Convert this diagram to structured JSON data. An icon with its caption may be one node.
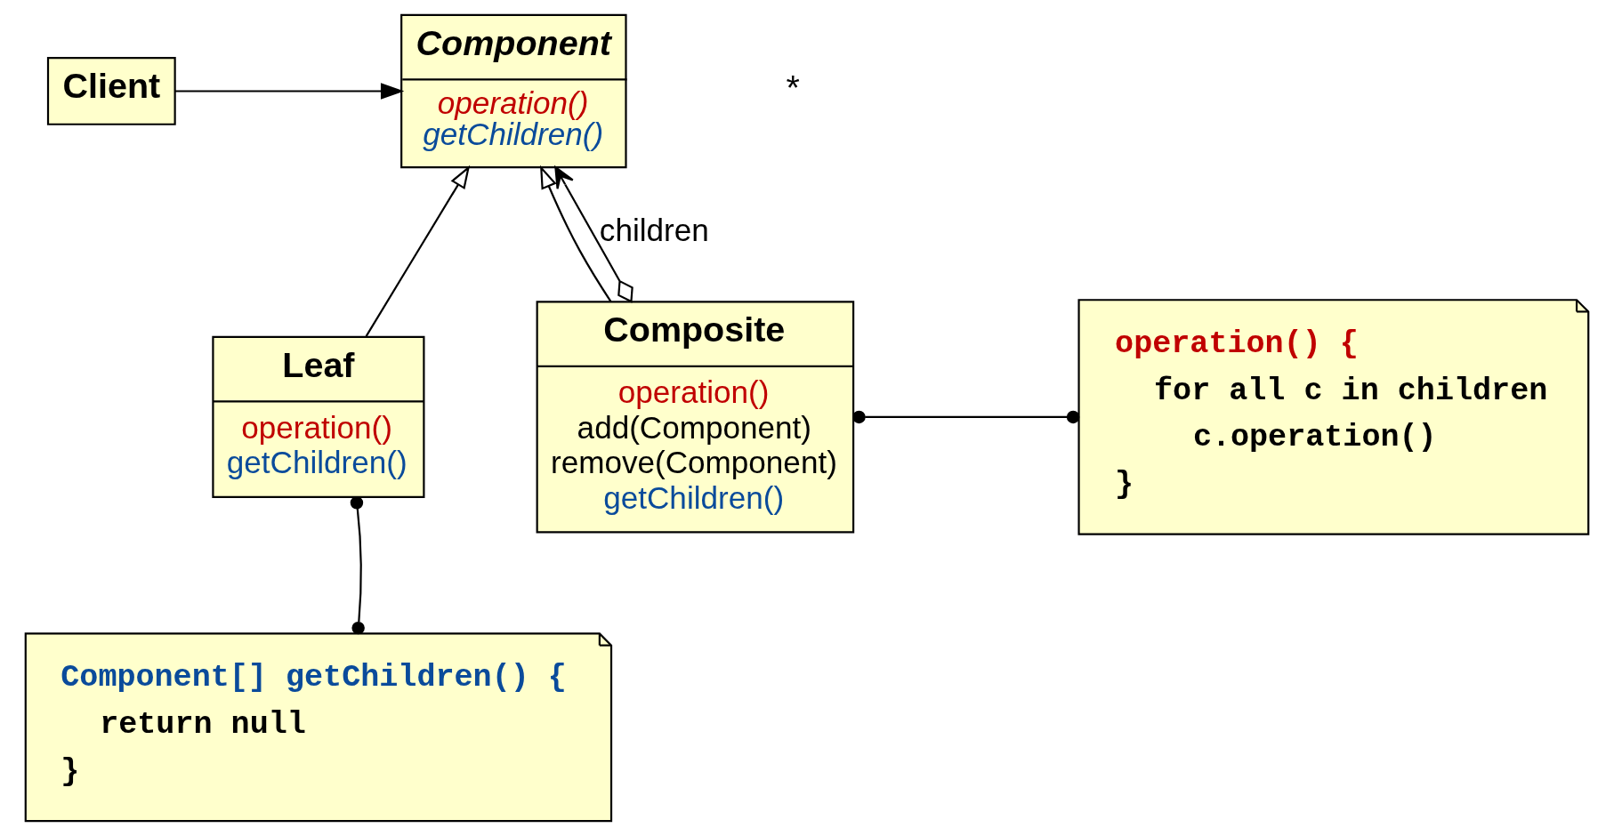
{
  "diagram": {
    "nodes": [
      {
        "text": [
          "Client"
        ]
      },
      {
        "text": [
          "Component",
          "operation()",
          "getChildren()"
        ]
      },
      {
        "text": [
          "Leaf",
          "operation()",
          "getChildren()"
        ]
      },
      {
        "text": [
          "Composite",
          "operation()",
          "add(Component)",
          "remove(Component)",
          "getChildren()"
        ]
      },
      {
        "text": [
          "Component[] getChildren() {",
          "return null",
          "}"
        ]
      },
      {
        "text": [
          "operation() {",
          "for all c in children",
          "c.operation()",
          "}"
        ]
      }
    ],
    "edges": [
      {
        "from": 0,
        "to": 1,
        "arrow": "to"
      },
      {
        "from": 2,
        "to": 1,
        "arrow": "to"
      },
      {
        "from": 3,
        "to": 1,
        "arrow": "to"
      },
      {
        "from": 3,
        "to": 1,
        "arrow": "to",
        "label": "children"
      },
      {
        "from": 2,
        "to": 4,
        "arrow": "other"
      },
      {
        "from": 3,
        "to": 5,
        "arrow": "other"
      }
    ],
    "labels": [
      "*"
    ]
  }
}
